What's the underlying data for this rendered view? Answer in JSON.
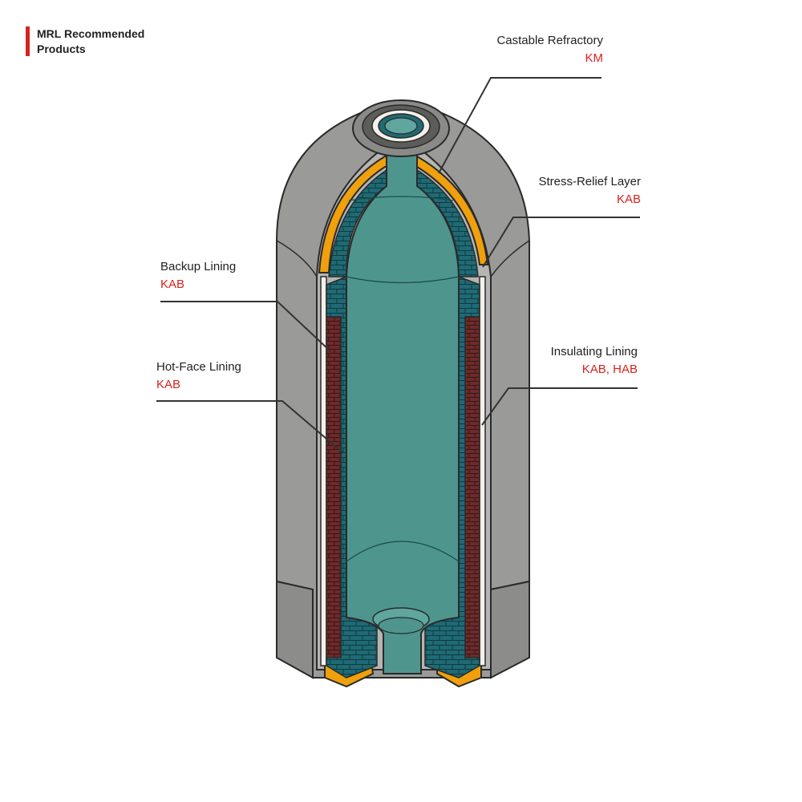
{
  "brand": {
    "title": "MRL Recommended Products",
    "accent_color": "#d6231e"
  },
  "callouts": [
    {
      "id": "castable",
      "name": "Castable Refractory",
      "code": "KM"
    },
    {
      "id": "stress",
      "name": "Stress-Relief Layer",
      "code": "KAB"
    },
    {
      "id": "backup",
      "name": "Backup Lining",
      "code": "KAB"
    },
    {
      "id": "hotface",
      "name": "Hot-Face Lining",
      "code": "KAB"
    },
    {
      "id": "insulating",
      "name": "Insulating Lining",
      "code": "KAB, HAB"
    }
  ],
  "colors": {
    "shell": "#9a9b98",
    "castable": "#f0a00c",
    "insulating": "#f3f0ea",
    "backup": "#6e2a2a",
    "hotface": "#1b5f6a",
    "cavity": "#4e958e",
    "outline": "#2a2a2a"
  }
}
